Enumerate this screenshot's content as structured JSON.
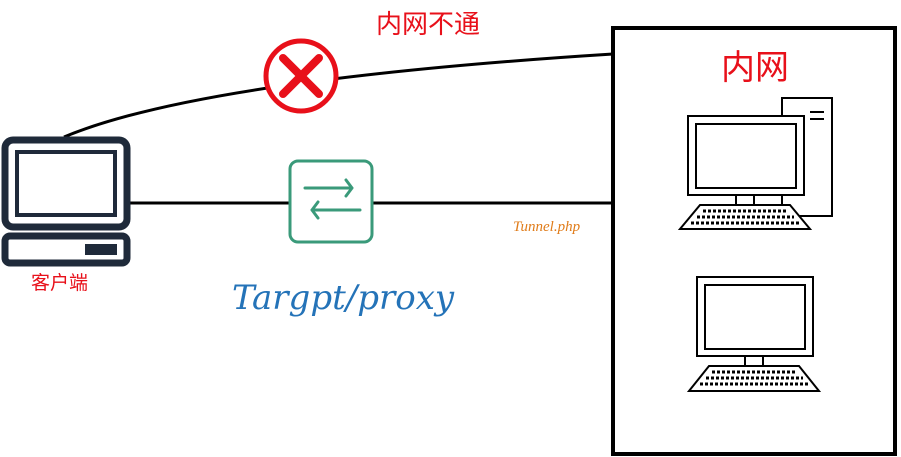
{
  "labels": {
    "blocked": "内网不通",
    "intranet": "内网",
    "client": "客户端",
    "tunnel_file": "Tunnel.php",
    "proxy": "Targpt/proxy"
  },
  "colors": {
    "label_red": "#e8101a",
    "tunnel_orange": "#e07c1a",
    "proxy_blue": "#2473b8",
    "switch_green": "#3a9a7a",
    "blocked_red": "#e8101a",
    "outline": "#000000",
    "client_device": "#1f2a3a"
  },
  "icons": {
    "client": "laptop-icon",
    "blocked": "blocked-x-icon",
    "proxy": "proxy-switch-icon",
    "host1": "desktop-tower-icon",
    "host2": "desktop-icon"
  }
}
